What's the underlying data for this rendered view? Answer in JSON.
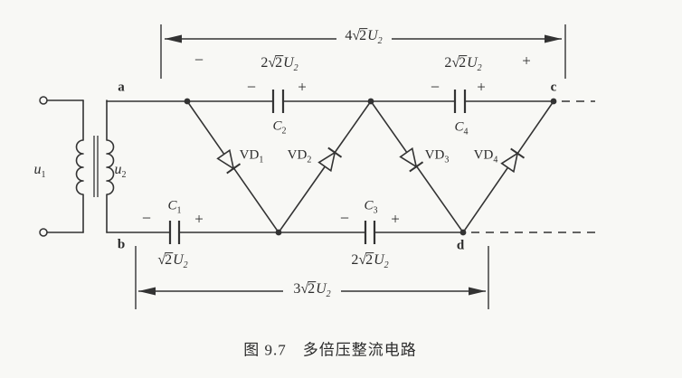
{
  "colors": {
    "ink": "#333333",
    "paper": "#f8f8f5"
  },
  "caption": "图 9.7　多倍压整流电路",
  "nodes": {
    "a": "a",
    "b": "b",
    "c": "c",
    "d": "d"
  },
  "source_labels": {
    "u1": {
      "base": "u",
      "sub": "1"
    },
    "u2": {
      "base": "u",
      "sub": "2"
    }
  },
  "capacitors": {
    "c1": {
      "base": "C",
      "sub": "1"
    },
    "c2": {
      "base": "C",
      "sub": "2"
    },
    "c3": {
      "base": "C",
      "sub": "3"
    },
    "c4": {
      "base": "C",
      "sub": "4"
    }
  },
  "diodes": {
    "vd1": {
      "base": "VD",
      "sub": "1"
    },
    "vd2": {
      "base": "VD",
      "sub": "2"
    },
    "vd3": {
      "base": "VD",
      "sub": "3"
    },
    "vd4": {
      "base": "VD",
      "sub": "4"
    }
  },
  "voltages": {
    "span_ac": {
      "coeff": "4",
      "root": "√",
      "radicand": "2",
      "base": "U",
      "sub": "2"
    },
    "across_c2": {
      "coeff": "2",
      "root": "√",
      "radicand": "2",
      "base": "U",
      "sub": "2"
    },
    "across_c4": {
      "coeff": "2",
      "root": "√",
      "radicand": "2",
      "base": "U",
      "sub": "2"
    },
    "across_c1": {
      "coeff": "",
      "root": "√",
      "radicand": "2",
      "base": "U",
      "sub": "2"
    },
    "across_c3": {
      "coeff": "2",
      "root": "√",
      "radicand": "2",
      "base": "U",
      "sub": "2"
    },
    "span_bd": {
      "coeff": "3",
      "root": "√",
      "radicand": "2",
      "base": "U",
      "sub": "2"
    }
  },
  "signs": {
    "minus": "−",
    "plus": "+"
  }
}
